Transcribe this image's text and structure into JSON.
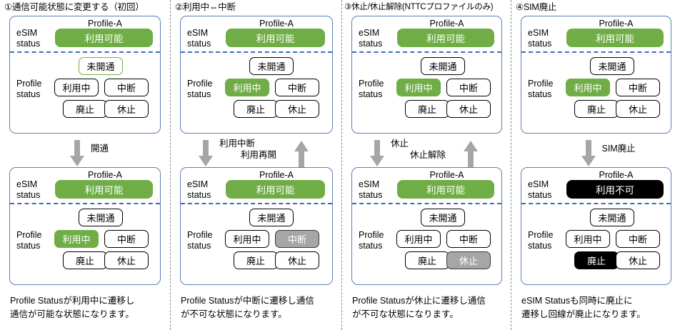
{
  "panels": [
    {
      "title": "①通信可能状態に変更する（初回）",
      "top_card": {
        "profile_name": "Profile-A",
        "esim_label": "eSIM\nstatus",
        "esim_value": "利用可能",
        "esim_style": "green-fill",
        "profile_label": "Profile\nstatus",
        "chips": [
          {
            "text": "未開通",
            "style": "green-outline"
          },
          {
            "text": "利用中",
            "style": "plain"
          },
          {
            "text": "中断",
            "style": "plain"
          },
          {
            "text": "廃止",
            "style": "plain"
          },
          {
            "text": "休止",
            "style": "plain"
          }
        ]
      },
      "transitions": [
        {
          "label": "開通",
          "direction": "down"
        }
      ],
      "bottom_card": {
        "profile_name": "Profile-A",
        "esim_label": "eSIM\nstatus",
        "esim_value": "利用可能",
        "esim_style": "green-fill",
        "profile_label": "Profile\nstatus",
        "chips": [
          {
            "text": "未開通",
            "style": "plain"
          },
          {
            "text": "利用中",
            "style": "green-fill"
          },
          {
            "text": "中断",
            "style": "plain"
          },
          {
            "text": "廃止",
            "style": "plain"
          },
          {
            "text": "休止",
            "style": "plain"
          }
        ]
      },
      "caption": "Profile Statusが利用中に遷移し\n通信が可能な状態になります。"
    },
    {
      "title": "②利用中⇔中断",
      "top_card": {
        "profile_name": "Profile-A",
        "esim_label": "eSIM\nstatus",
        "esim_value": "利用可能",
        "esim_style": "green-fill",
        "profile_label": "Profile\nstatus",
        "chips": [
          {
            "text": "未開通",
            "style": "plain"
          },
          {
            "text": "利用中",
            "style": "green-fill"
          },
          {
            "text": "中断",
            "style": "plain"
          },
          {
            "text": "廃止",
            "style": "plain"
          },
          {
            "text": "休止",
            "style": "plain"
          }
        ]
      },
      "transitions": [
        {
          "label": "利用中断",
          "direction": "down"
        },
        {
          "label": "利用再開",
          "direction": "up"
        }
      ],
      "bottom_card": {
        "profile_name": "Profile-A",
        "esim_label": "eSIM\nstatus",
        "esim_value": "利用可能",
        "esim_style": "green-fill",
        "profile_label": "Profile\nstatus",
        "chips": [
          {
            "text": "未開通",
            "style": "plain"
          },
          {
            "text": "利用中",
            "style": "plain"
          },
          {
            "text": "中断",
            "style": "gray-fill"
          },
          {
            "text": "廃止",
            "style": "plain"
          },
          {
            "text": "休止",
            "style": "plain"
          }
        ]
      },
      "caption": "Profile Statusが中断に遷移し通信\nが不可な状態になります。"
    },
    {
      "title": "③休止/休止解除(NTTCプロファイルのみ)",
      "top_card": {
        "profile_name": "Profile-A",
        "esim_label": "eSIM\nstatus",
        "esim_value": "利用可能",
        "esim_style": "green-fill",
        "profile_label": "Profile\nstatus",
        "chips": [
          {
            "text": "未開通",
            "style": "plain"
          },
          {
            "text": "利用中",
            "style": "green-fill"
          },
          {
            "text": "中断",
            "style": "plain"
          },
          {
            "text": "廃止",
            "style": "plain"
          },
          {
            "text": "休止",
            "style": "plain"
          }
        ]
      },
      "transitions": [
        {
          "label": "休止",
          "direction": "down"
        },
        {
          "label": "休止解除",
          "direction": "up"
        }
      ],
      "bottom_card": {
        "profile_name": "Profile-A",
        "esim_label": "eSIM\nstatus",
        "esim_value": "利用可能",
        "esim_style": "green-fill",
        "profile_label": "Profile\nstatus",
        "chips": [
          {
            "text": "未開通",
            "style": "plain"
          },
          {
            "text": "利用中",
            "style": "plain"
          },
          {
            "text": "中断",
            "style": "plain"
          },
          {
            "text": "廃止",
            "style": "plain"
          },
          {
            "text": "休止",
            "style": "gray-fill"
          }
        ]
      },
      "caption": "Profile Statusが休止に遷移し通信\nが不可な状態になります。"
    },
    {
      "title": "④SIM廃止",
      "top_card": {
        "profile_name": "Profile-A",
        "esim_label": "eSIM\nstatus",
        "esim_value": "利用可能",
        "esim_style": "green-fill",
        "profile_label": "Profile\nstatus",
        "chips": [
          {
            "text": "未開通",
            "style": "plain"
          },
          {
            "text": "利用中",
            "style": "green-fill"
          },
          {
            "text": "中断",
            "style": "plain"
          },
          {
            "text": "廃止",
            "style": "plain"
          },
          {
            "text": "休止",
            "style": "plain"
          }
        ]
      },
      "transitions": [
        {
          "label": "SIM廃止",
          "direction": "down"
        }
      ],
      "bottom_card": {
        "profile_name": "Profile-A",
        "esim_label": "eSIM\nstatus",
        "esim_value": "利用不可",
        "esim_style": "black-fill",
        "profile_label": "Profile\nstatus",
        "chips": [
          {
            "text": "未開通",
            "style": "plain"
          },
          {
            "text": "利用中",
            "style": "plain"
          },
          {
            "text": "中断",
            "style": "plain"
          },
          {
            "text": "廃止",
            "style": "black-fill"
          },
          {
            "text": "休止",
            "style": "plain"
          }
        ]
      },
      "caption": "eSIM Statusも同時に廃止に\n遷移し回線が廃止になります。"
    }
  ],
  "colors": {
    "available_green": "#70AD47",
    "suspended_gray": "#A6A6A6",
    "terminated_black": "#000000",
    "card_border_blue": "#5B7FB9",
    "divider_blue": "#3F6CB5",
    "arrow_gray": "#A6A6A6",
    "separator_gray": "#8A8A8A"
  }
}
